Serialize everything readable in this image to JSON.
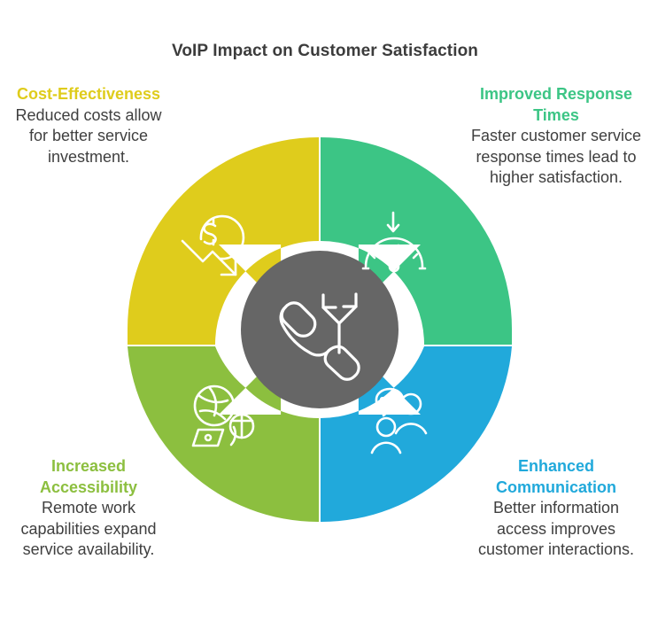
{
  "title": "VoIP Impact on Customer Satisfaction",
  "center": {
    "icon": "voip-call-routing-icon",
    "color": "#666666"
  },
  "quadrants": [
    {
      "key": "cost",
      "heading": "Cost-Effectiveness",
      "body": "Reduced costs allow for better service investment.",
      "color": "#DFCC1C",
      "icon": "dollar-cost-down-icon",
      "position": "top-left"
    },
    {
      "key": "response",
      "heading": "Improved Response Times",
      "body": "Faster customer service response times lead to higher satisfaction.",
      "color": "#3CC585",
      "icon": "speedometer-icon",
      "position": "top-right"
    },
    {
      "key": "communication",
      "heading": "Enhanced Communication",
      "body": "Better information access improves customer interactions.",
      "color": "#21A9DB",
      "icon": "people-chat-icon",
      "position": "bottom-right"
    },
    {
      "key": "accessibility",
      "heading": "Increased Accessibility",
      "body": "Remote work capabilities expand service availability.",
      "color": "#8CBF3F",
      "icon": "globe-remote-work-icon",
      "position": "bottom-left"
    }
  ],
  "chart_data": {
    "type": "pie",
    "title": "VoIP Impact on Customer Satisfaction",
    "categories": [
      "Cost-Effectiveness",
      "Improved Response Times",
      "Enhanced Communication",
      "Increased Accessibility"
    ],
    "values": [
      25,
      25,
      25,
      25
    ],
    "colors": [
      "#DFCC1C",
      "#3CC585",
      "#21A9DB",
      "#8CBF3F"
    ],
    "legend": "none",
    "notes": "Equal-quarter donut/wheel diagram; segments are labels, not quantitative data"
  }
}
